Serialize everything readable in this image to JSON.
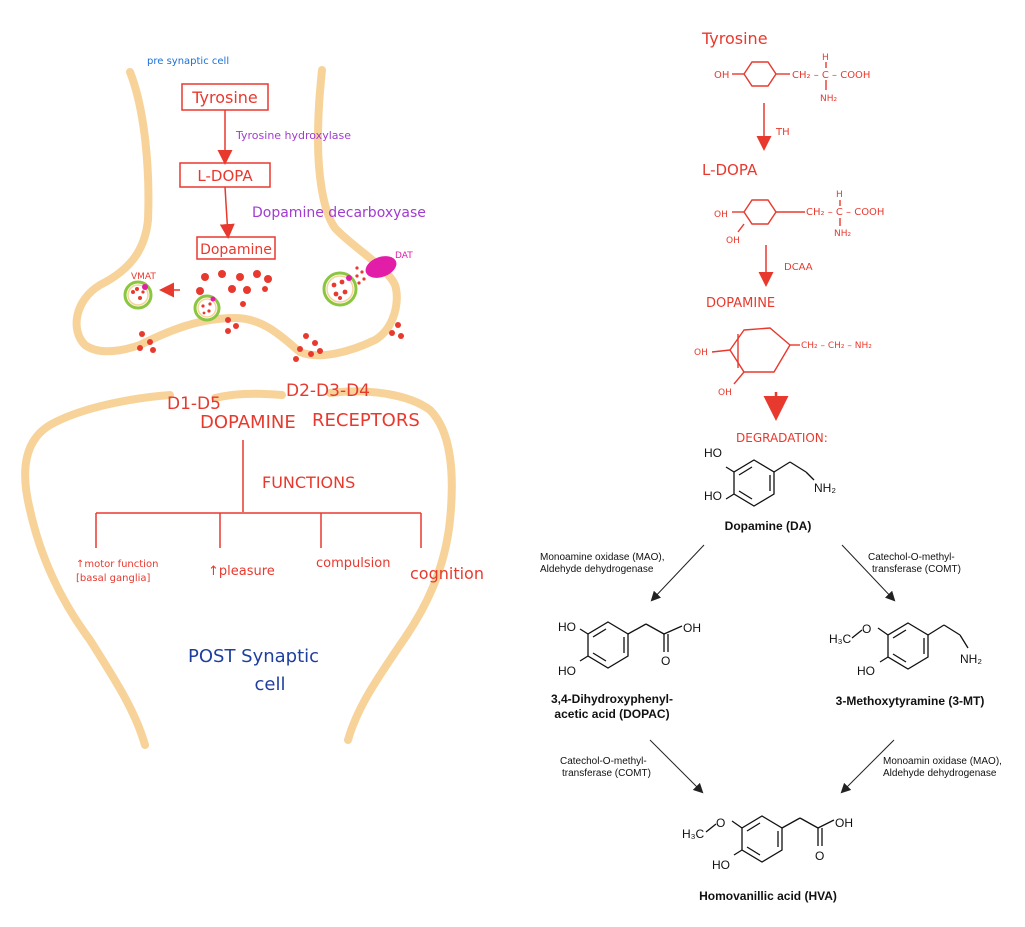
{
  "synapse": {
    "presynaptic_label": "pre synaptic cell",
    "tyrosine": "Tyrosine",
    "enzyme_th": "Tyrosine hydroxylase",
    "ldopa": "L-DOPA",
    "enzyme_ddc": "Dopamine decarboxyase",
    "dopamine": "Dopamine",
    "vmat": "VMAT",
    "dat": "DAT",
    "receptor_d1": "D1-D5",
    "receptor_d2": "D2-D3-D4",
    "receptors_line1": "DOPAMINE",
    "receptors_line2": "RECEPTORS",
    "functions_title": "FUNCTIONS",
    "functions": [
      {
        "line1": "↑motor function",
        "line2": "[basal ganglia]"
      },
      {
        "line1": "↑pleasure",
        "line2": ""
      },
      {
        "line1": "compulsion",
        "line2": ""
      },
      {
        "line1": "cognition",
        "line2": ""
      }
    ],
    "postsynaptic_line1": "POST Synaptic",
    "postsynaptic_line2": "cell"
  },
  "synthesis": {
    "tyrosine": "Tyrosine",
    "tyrosine_formula_oh": "OH",
    "tyrosine_formula_chain": "CH₂ – C – COOH",
    "h_label": "H",
    "nh2_label": "NH₂",
    "enzyme_th": "TH",
    "ldopa": "L-DOPA",
    "ldopa_chain": "CH₂ – C – COOH",
    "enzyme_dcaa": "DCAA",
    "dopamine": "DOPAMINE",
    "dopamine_chain": "CH₂ – CH₂ – NH₂",
    "degradation": "DEGRADATION:"
  },
  "degradation": {
    "dopamine_label": "Dopamine (DA)",
    "mao_left_line1": "Monoamine oxidase (MAO),",
    "mao_left_line2": "Aldehyde dehydrogenase",
    "comt_right_line1": "Catechol-O-methyl-",
    "comt_right_line2": "transferase (COMT)",
    "dopac_line1": "3,4-Dihydroxyphenyl-",
    "dopac_line2": "acetic acid (DOPAC)",
    "mt_label": "3-Methoxytyramine (3-MT)",
    "comt_left_line1": "Catechol-O-methyl-",
    "comt_left_line2": "transferase (COMT)",
    "mao_right_line1": "Monoamin oxidase (MAO),",
    "mao_right_line2": "Aldehyde dehydrogenase",
    "hva_label": "Homovanillic acid (HVA)",
    "ho": "HO",
    "oh": "OH",
    "nh2": "NH₂",
    "o": "O",
    "h3c": "H₃C"
  },
  "colors": {
    "red": "#e8392e",
    "membrane": "#f7d39a",
    "purple": "#a33ad1",
    "blue_label": "#1c6fd6",
    "dark_blue": "#1f3f9e",
    "magenta": "#e21ea8",
    "vesicle_green": "#8ac63f"
  }
}
